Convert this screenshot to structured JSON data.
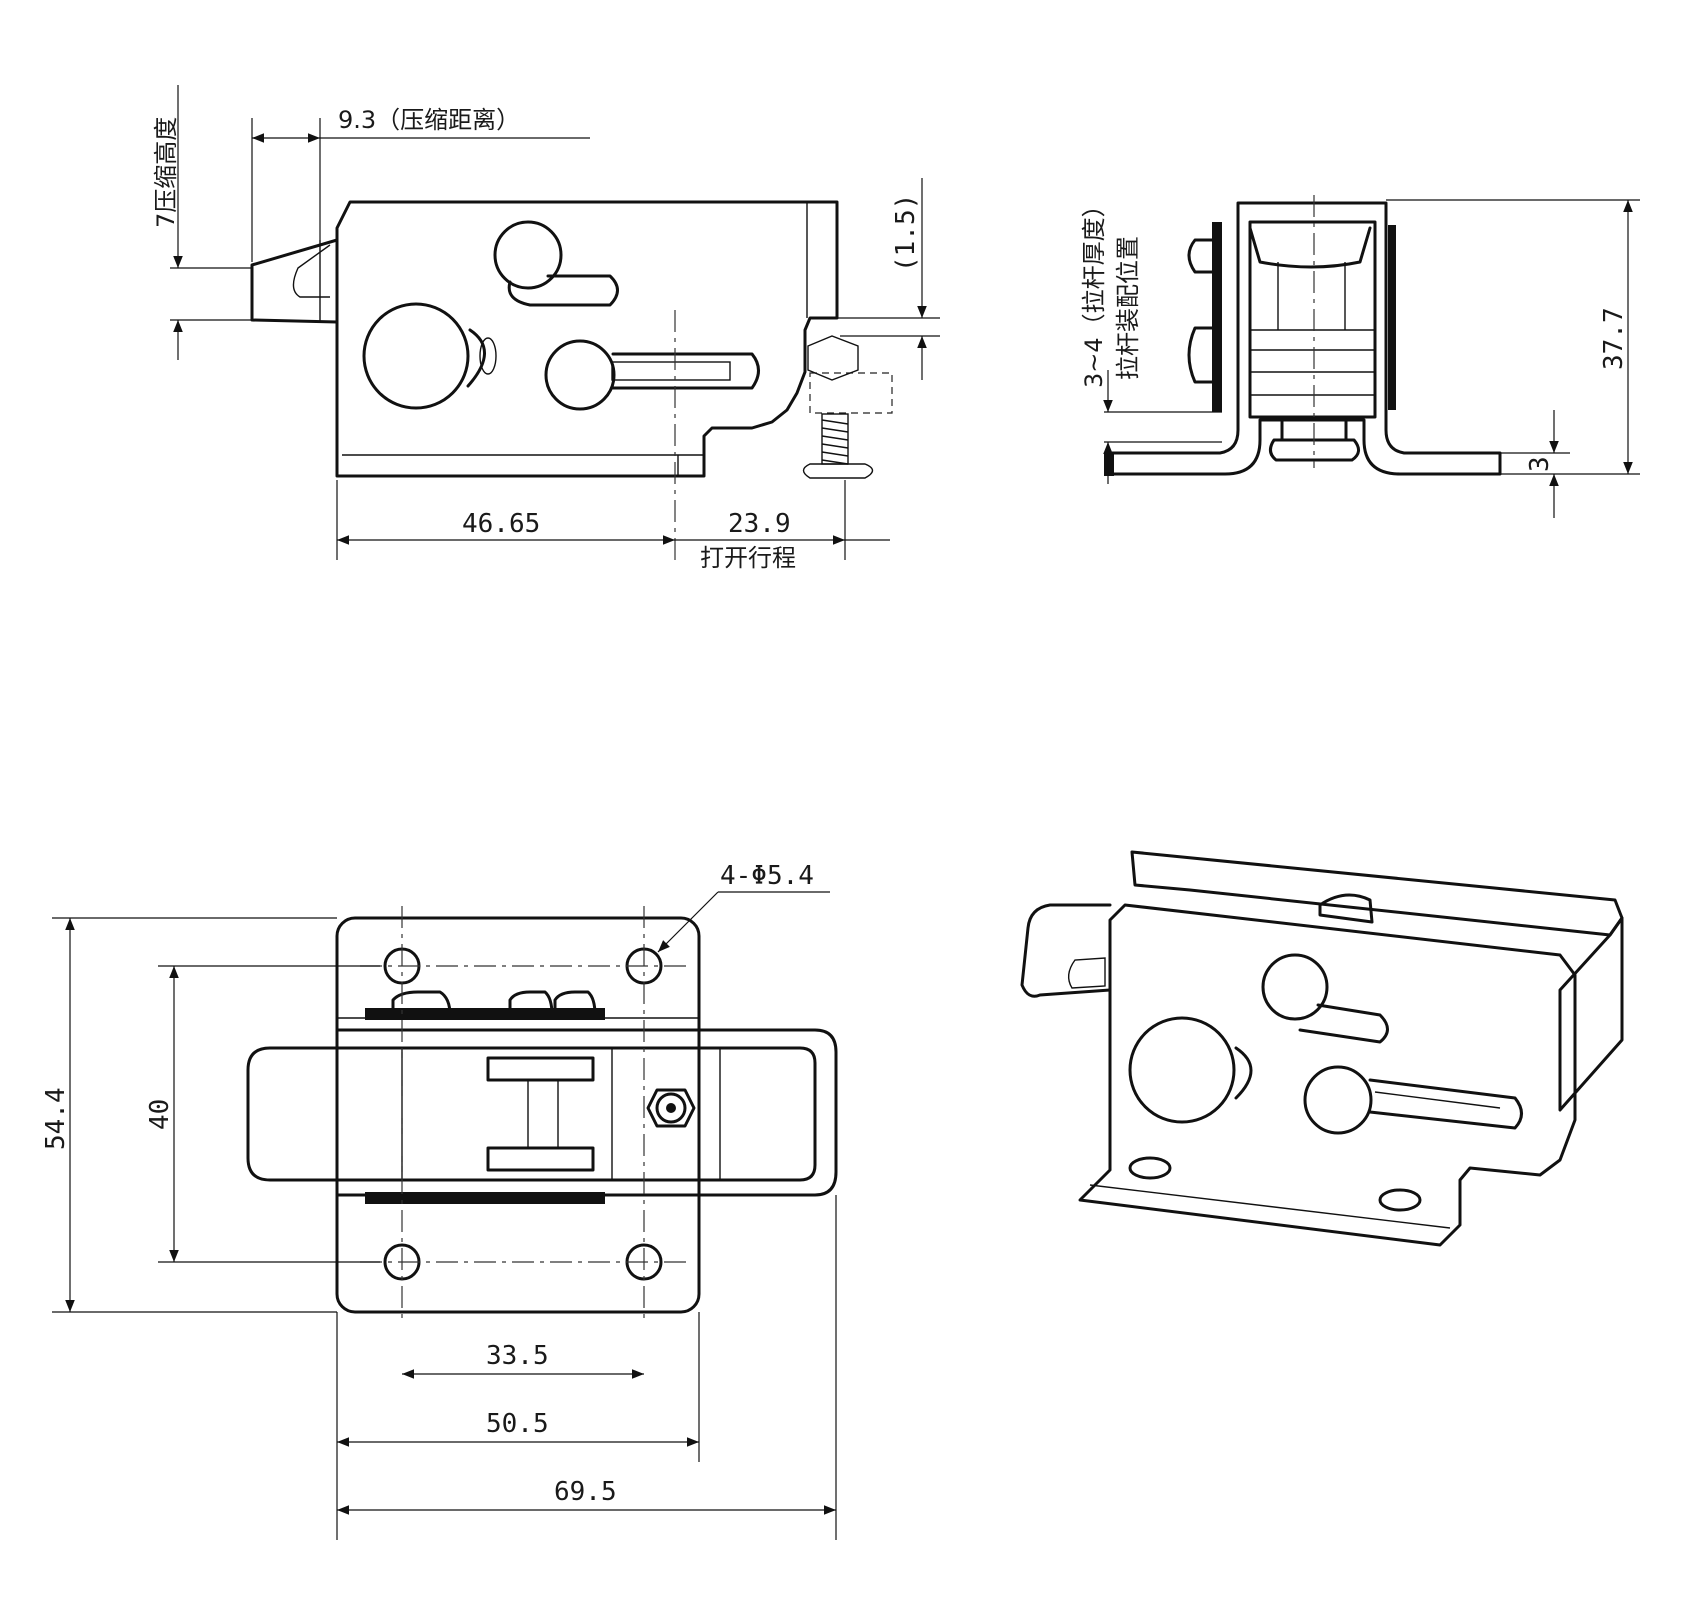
{
  "side_view": {
    "compress_height": "7压缩高度",
    "compress_distance": "9.3（压缩距离）",
    "gap": "(1.5)",
    "len_body": "46.65",
    "len_travel": "23.9",
    "travel_label": "打开行程"
  },
  "end_view": {
    "rod_thickness": "3~4（拉杆厚度）",
    "rod_position": "拉杆装配位置",
    "height": "37.7",
    "flange": "3"
  },
  "top_view": {
    "holes": "4-Φ5.4",
    "width": "54.4",
    "hole_pitch_v": "40",
    "hole_pitch_h": "33.5",
    "base_len": "50.5",
    "overall_len": "69.5"
  }
}
